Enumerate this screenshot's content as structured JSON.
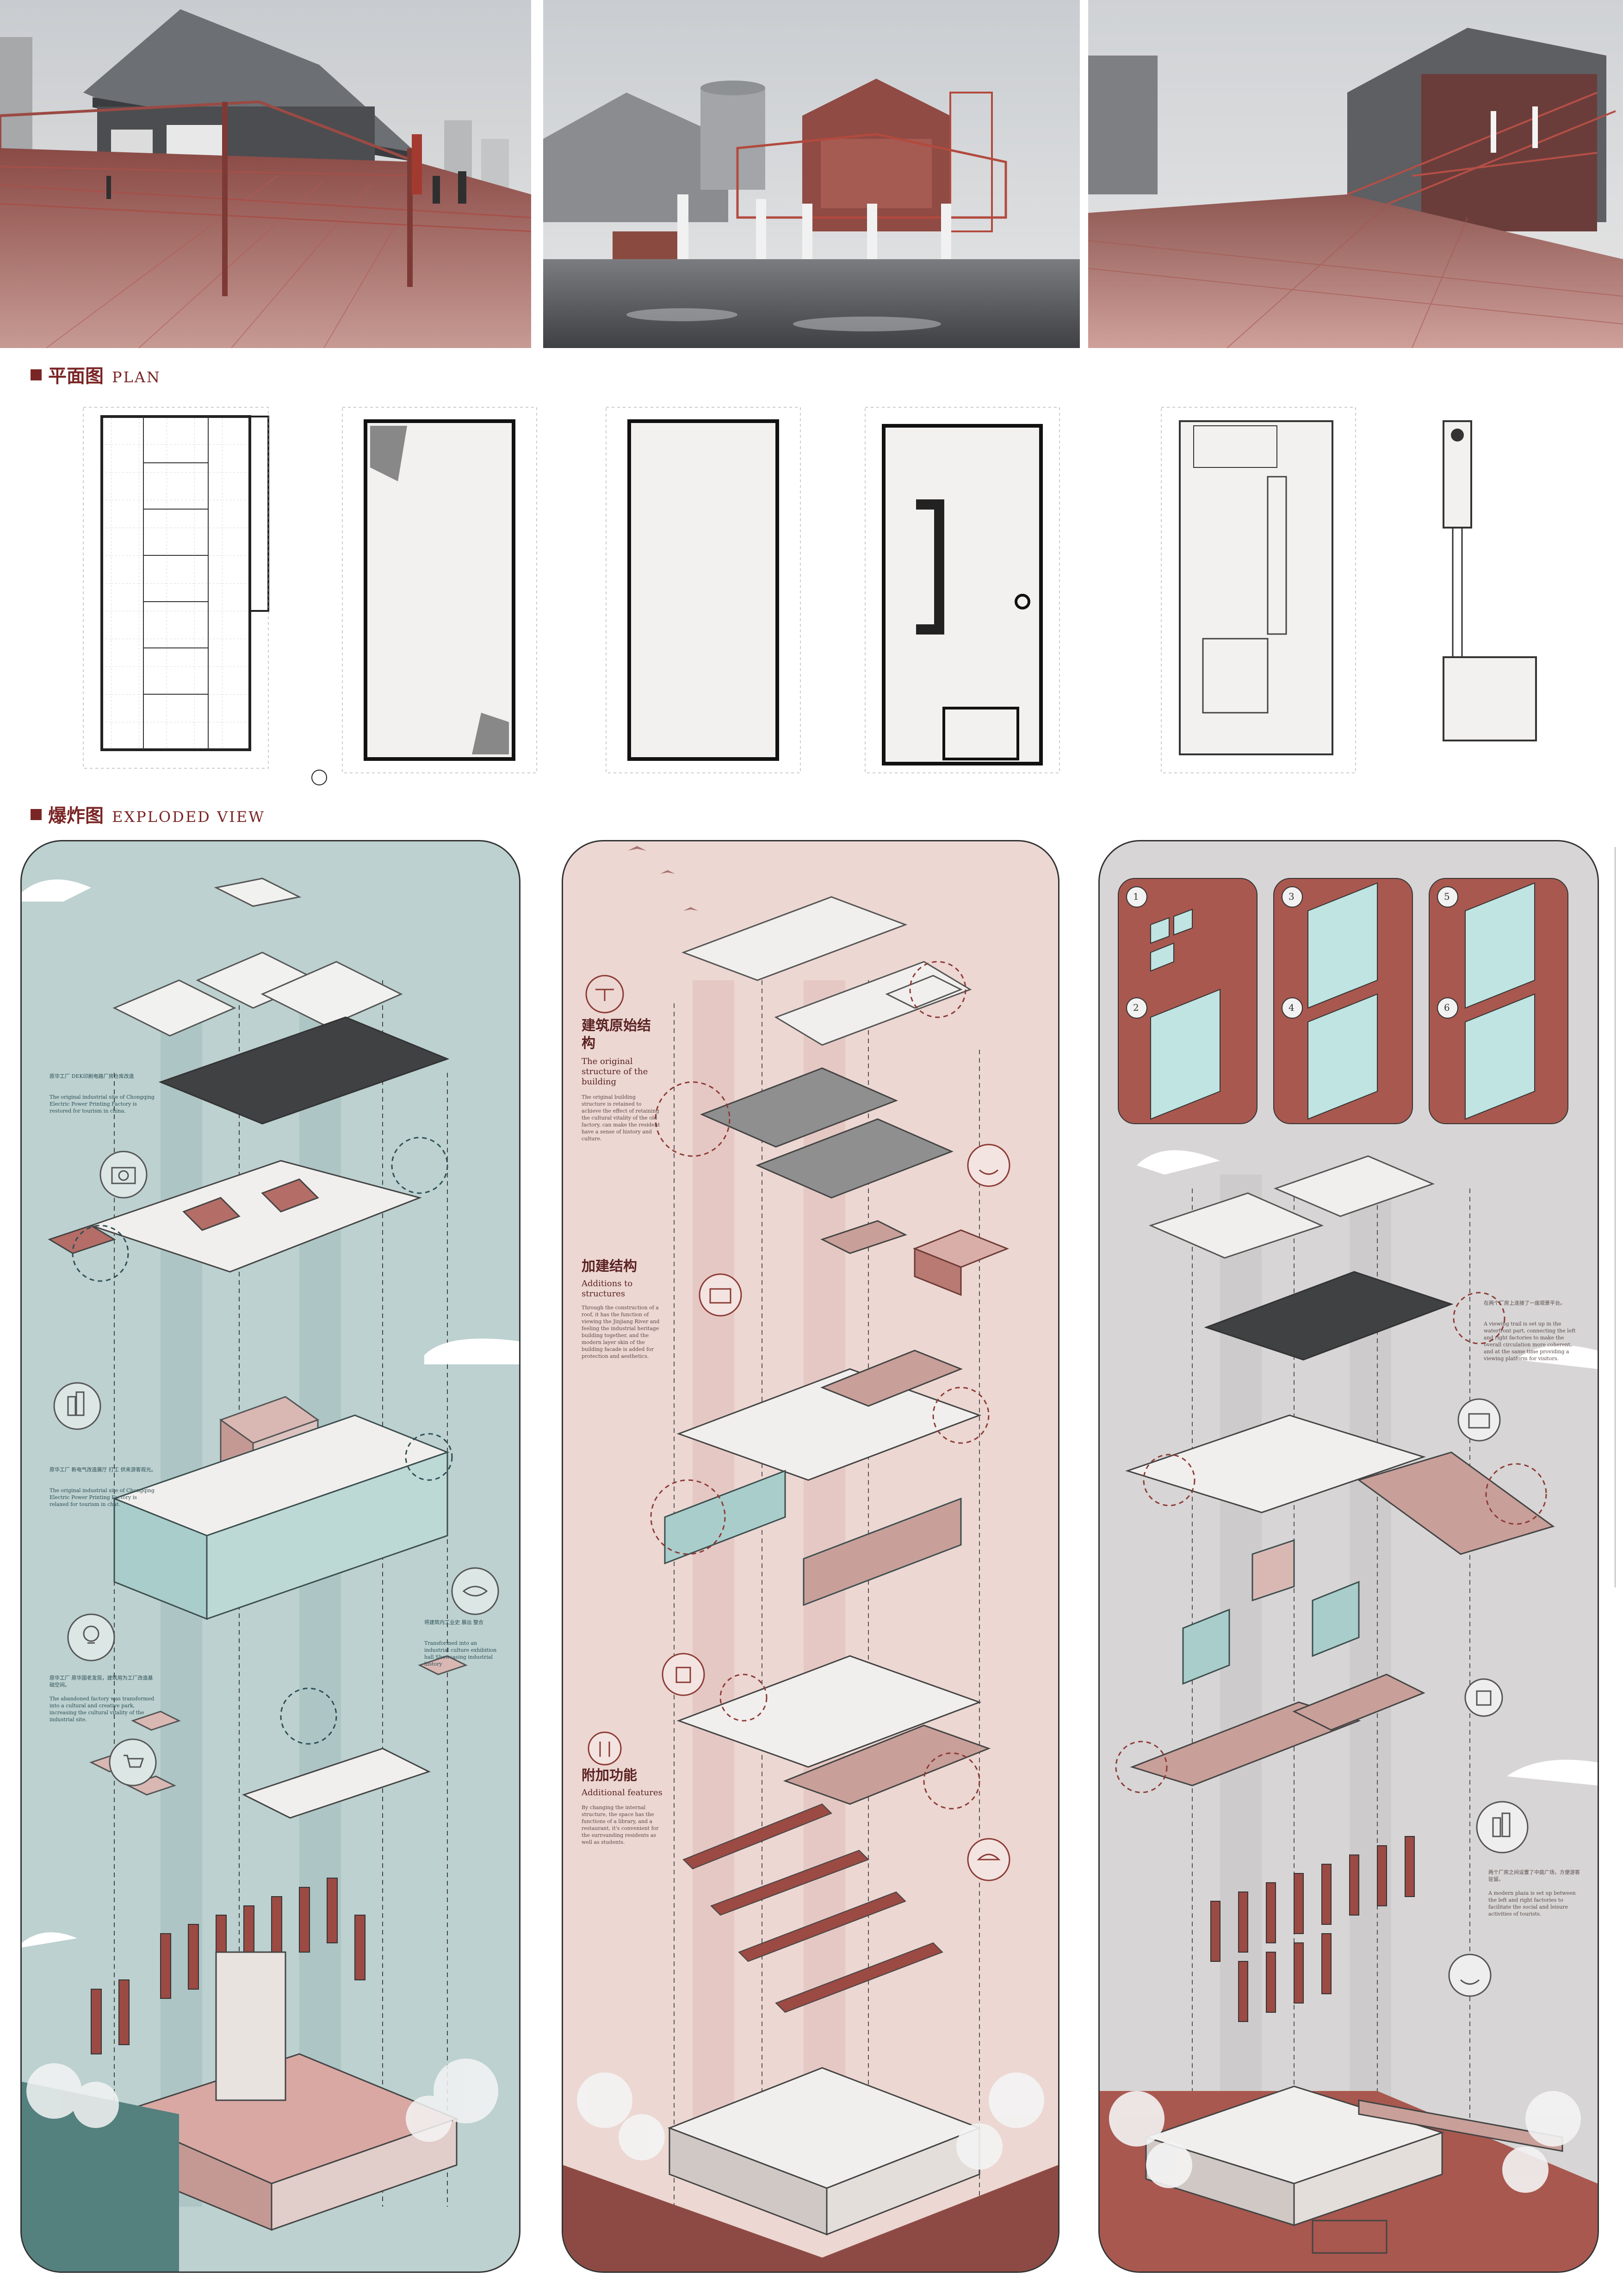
{
  "sections": {
    "plan": {
      "cn": "平面图",
      "en": "PLAN"
    },
    "exploded": {
      "cn": "爆炸图",
      "en": "EXPLODED VIEW"
    }
  },
  "panel1": {
    "note1_cn": "原华工厂 DEK印刷电路厂房仓库改造",
    "note1_en": "The original industrial site of Chongqing Electric Power Printing Factory is restored for tourism in china.",
    "note2_cn": "原华工厂 新电气改造展厅 打工 供来游客观光。",
    "note2_en": "The original industrial site of Chongqing Electric Power Printing Factory is relaxed for tourism in chat.",
    "note3_cn": "原华工厂 原华国老发现，建筑用为工厂改造基础空间。",
    "note3_en": "The abandoned factory was transformed into a cultural and creative park, increasing the cultural vitality of the industrial site.",
    "note4_cn": "将建筑内工业史 展出 整合",
    "note4_en": "Transformed into an industrial culture exhibition hall Showcasing industrial history"
  },
  "panel2": {
    "h1_cn": "建筑原始结构",
    "h1_en": "The original structure of the building",
    "t1": "The original building structure is retained to achieve the effect of retaining the cultural vitality of the old factory, can make the resident have a sense of history and culture.",
    "h2_cn": "加建结构",
    "h2_en": "Additions to structures",
    "t2": "Through the construction of a roof, it has the function of viewing the Jinjiang River and feeling the industrial heritage building together, and the modern layer skin of the building facade is added for protection and aesthetics.",
    "h3_cn": "附加功能",
    "h3_en": "Additional features",
    "t3": "By changing the internal structure, the space has the functions of a library, and a restaurant, it's convenient for the surrounding residents as well as students."
  },
  "panel3": {
    "step_numbers": [
      "1",
      "2",
      "3",
      "4",
      "5",
      "6"
    ],
    "note1_cn": "在两个厂房上连接了一座观景平台。",
    "note1_en": "A viewing trail is set up in the waterfront part, connecting the left and right factories to make the overall circulation more coherent, and at the same time providing a viewing platform for visitors.",
    "note2_cn": "两个厂房之间设置了中庭广场，方便游客驻留。",
    "note2_en": "A modern plaza is set up between the left and right factories to facilitate the social and leisure activities of tourists."
  },
  "colors": {
    "accent": "#7a2525",
    "panel1_bg": "#bcd1d0",
    "panel2_bg": "#ecd7d2",
    "panel3_bg": "#d7d5d5",
    "red_steel": "#9b4a44",
    "glass": "#a9cdcb"
  },
  "icons": [
    "camera-icon",
    "buildings-icon",
    "lightbulb-icon",
    "cart-icon",
    "eye-icon",
    "book-icon",
    "food-icon",
    "burger-icon",
    "smile-icon",
    "structure-icon"
  ]
}
